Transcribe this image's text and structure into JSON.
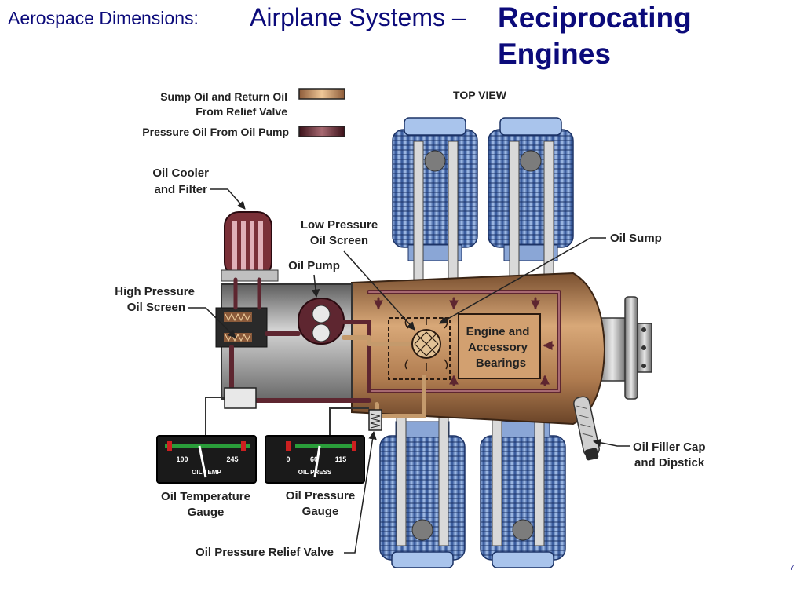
{
  "header": {
    "prefix": "Aerospace Dimensions:",
    "section": "Airplane Systems –",
    "topic": "Reciprocating Engines"
  },
  "legend": {
    "sump_line1": "Sump Oil and Return Oil",
    "sump_line2": "From Relief Valve",
    "pressure": "Pressure Oil From Oil Pump"
  },
  "labels": {
    "top_view": "TOP VIEW",
    "oil_cooler_1": "Oil Cooler",
    "oil_cooler_2": "and Filter",
    "low_pressure_1": "Low Pressure",
    "low_pressure_2": "Oil Screen",
    "oil_pump": "Oil Pump",
    "high_pressure_1": "High Pressure",
    "high_pressure_2": "Oil Screen",
    "oil_sump": "Oil Sump",
    "bearings_1": "Engine and",
    "bearings_2": "Accessory",
    "bearings_3": "Bearings",
    "oil_filler_1": "Oil Filler Cap",
    "oil_filler_2": "and Dipstick",
    "temp_gauge_1": "Oil Temperature",
    "temp_gauge_2": "Gauge",
    "press_gauge_1": "Oil Pressure",
    "press_gauge_2": "Gauge",
    "relief_valve": "Oil Pressure Relief Valve"
  },
  "gauges": {
    "temp": {
      "min": "100",
      "max": "245",
      "caption": "OIL TEMP"
    },
    "pressure": {
      "zero": "0",
      "mid": "60",
      "max": "115",
      "caption": "OIL PRESS"
    }
  },
  "colors": {
    "title": "#0b0a7a",
    "sump_oil": "#c49a6c",
    "pressure_oil": "#5e2630",
    "engine_case": "#b8865a",
    "cylinder_blue": "#5c86c8"
  },
  "page_number": "7"
}
